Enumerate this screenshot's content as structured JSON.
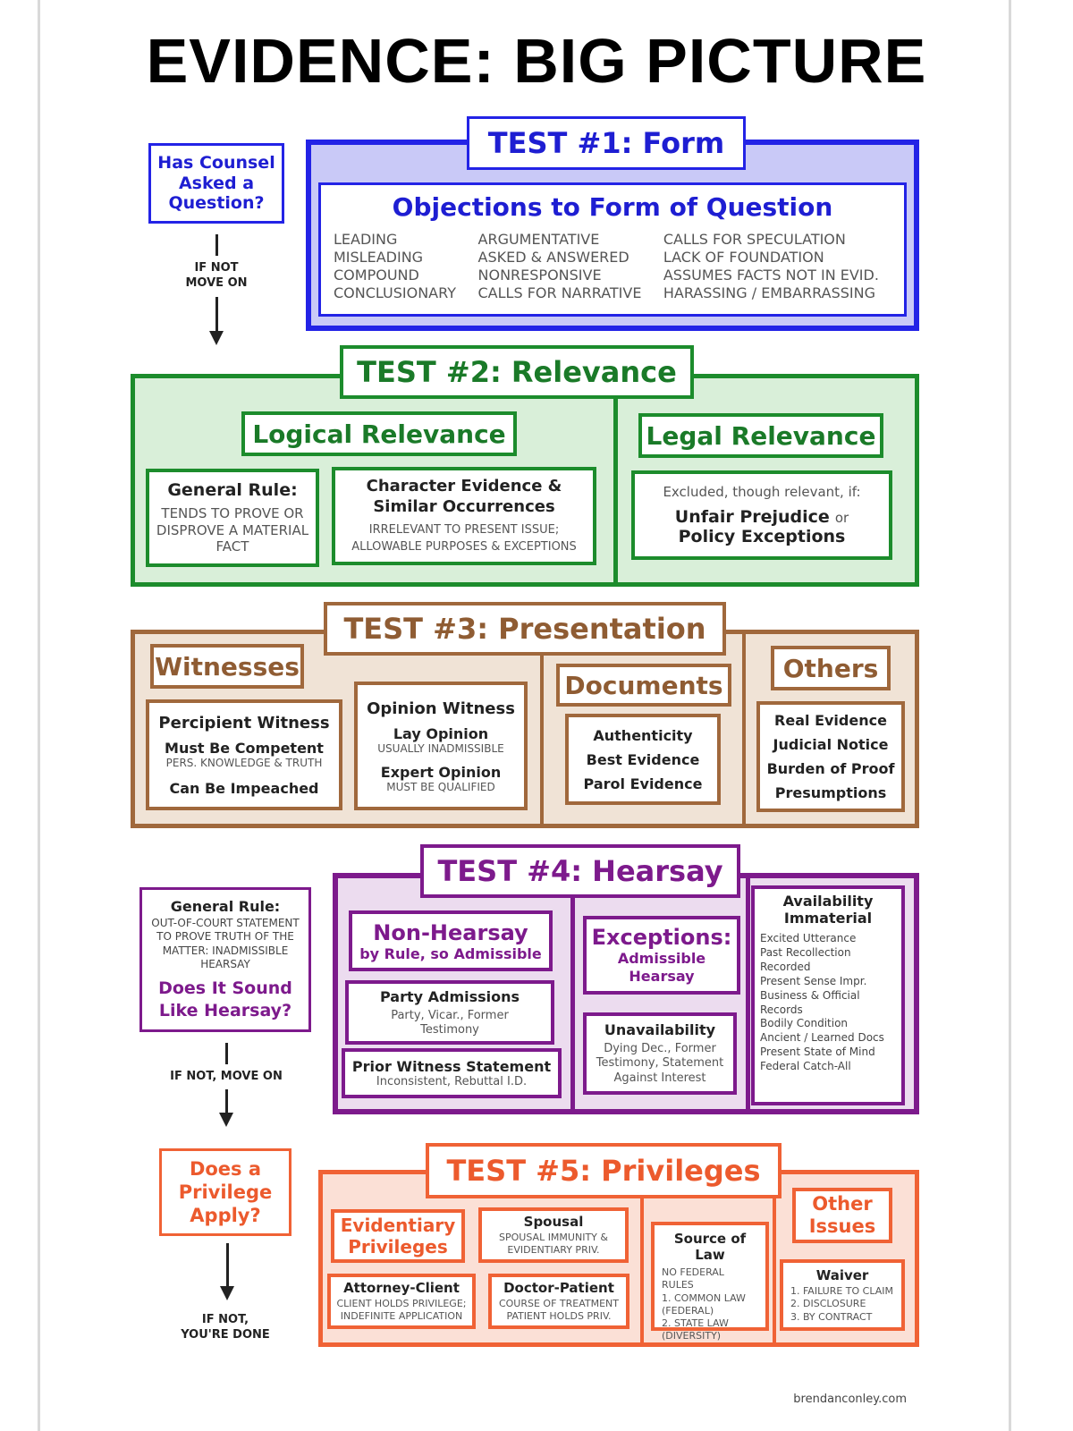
{
  "title": "EVIDENCE: BIG PICTURE",
  "colors": {
    "blue": "#2323e6",
    "green": "#1c8c2c",
    "brown": "#a0683c",
    "purple": "#7d1a8c",
    "orange": "#f06235"
  },
  "flow": {
    "start_question": "Has Counsel Asked a Question?",
    "if_not_1": "IF NOT\nMOVE ON",
    "if_not_2": "IF NOT, MOVE ON",
    "privilege_question": "Does a Privilege Apply?",
    "done": "IF NOT,\nYOU'RE DONE"
  },
  "test1": {
    "title": "TEST #1: Form",
    "subtitle": "Objections to Form of Question",
    "col1": [
      "LEADING",
      "MISLEADING",
      "COMPOUND",
      "CONCLUSIONARY"
    ],
    "col2": [
      "ARGUMENTATIVE",
      "ASKED & ANSWERED",
      "NONRESPONSIVE",
      "CALLS FOR NARRATIVE"
    ],
    "col3": [
      "CALLS FOR SPECULATION",
      "LACK OF FOUNDATION",
      "ASSUMES FACTS NOT IN EVID.",
      "HARASSING / EMBARRASSING"
    ]
  },
  "test2": {
    "title": "TEST #2: Relevance",
    "logical": "Logical Relevance",
    "legal": "Legal Relevance",
    "general_rule_head": "General Rule:",
    "general_rule_text": "TENDS TO PROVE OR DISPROVE A MATERIAL FACT",
    "character_head": "Character Evidence & Similar Occurrences",
    "character_text": "IRRELEVANT TO PRESENT ISSUE; ALLOWABLE PURPOSES & EXCEPTIONS",
    "excluded": "Excluded, though relevant, if:",
    "unfair": "Unfair Prejudice",
    "or": "or",
    "policy": "Policy Exceptions"
  },
  "test3": {
    "title": "TEST #3: Presentation",
    "witnesses": "Witnesses",
    "percipient": "Percipient Witness",
    "competent": "Must Be Competent",
    "pers": "PERS. KNOWLEDGE & TRUTH",
    "impeached": "Can Be Impeached",
    "opinion": "Opinion Witness",
    "lay": "Lay Opinion",
    "lay_note": "USUALLY INADMISSIBLE",
    "expert": "Expert Opinion",
    "expert_note": "MUST BE QUALIFIED",
    "documents": "Documents",
    "doc_items": [
      "Authenticity",
      "Best Evidence",
      "Parol Evidence"
    ],
    "others": "Others",
    "other_items": [
      "Real Evidence",
      "Judicial Notice",
      "Burden of Proof",
      "Presumptions"
    ]
  },
  "test4": {
    "title": "TEST #4: Hearsay",
    "gr_head": "General Rule:",
    "gr_text": "OUT-OF-COURT STATEMENT TO PROVE TRUTH OF THE MATTER: INADMISSIBLE HEARSAY",
    "sound": "Does It Sound Like Hearsay?",
    "nonhearsay": "Non-Hearsay",
    "nonhearsay_sub": "by Rule, so Admissible",
    "party": "Party Admissions",
    "party_text": "Party, Vicar., Former Testimony",
    "prior": "Prior Witness Statement",
    "prior_text": "Inconsistent, Rebuttal I.D.",
    "exceptions": "Exceptions:",
    "exceptions_sub": "Admissible Hearsay",
    "unavail": "Unavailability",
    "unavail_text": "Dying Dec., Former Testimony, Statement Against Interest",
    "avail": "Availability Immaterial",
    "avail_items": [
      "Excited Utterance",
      "Past Recollection Recorded",
      "Present Sense Impr.",
      "Business & Official Records",
      "Bodily Condition",
      "Ancient / Learned Docs",
      "Present State of Mind",
      "Federal Catch-All"
    ]
  },
  "test5": {
    "title": "TEST #5: Privileges",
    "evidentiary": "Evidentiary Privileges",
    "spousal": "Spousal",
    "spousal_text": "SPOUSAL IMMUNITY & EVIDENTIARY PRIV.",
    "attorney": "Attorney-Client",
    "attorney_text": "CLIENT HOLDS PRIVILEGE; INDEFINITE APPLICATION",
    "doctor": "Doctor-Patient",
    "doctor_text": "COURSE OF TREATMENT PATIENT HOLDS PRIV.",
    "source": "Source of Law",
    "source_text": [
      "NO FEDERAL RULES",
      "1. COMMON LAW (FEDERAL)",
      "2. STATE LAW (DIVERSITY)"
    ],
    "other": "Other Issues",
    "waiver": "Waiver",
    "waiver_text": [
      "1. FAILURE TO CLAIM",
      "2. DISCLOSURE",
      "3. BY CONTRACT"
    ]
  },
  "footer": "brendanconley.com"
}
